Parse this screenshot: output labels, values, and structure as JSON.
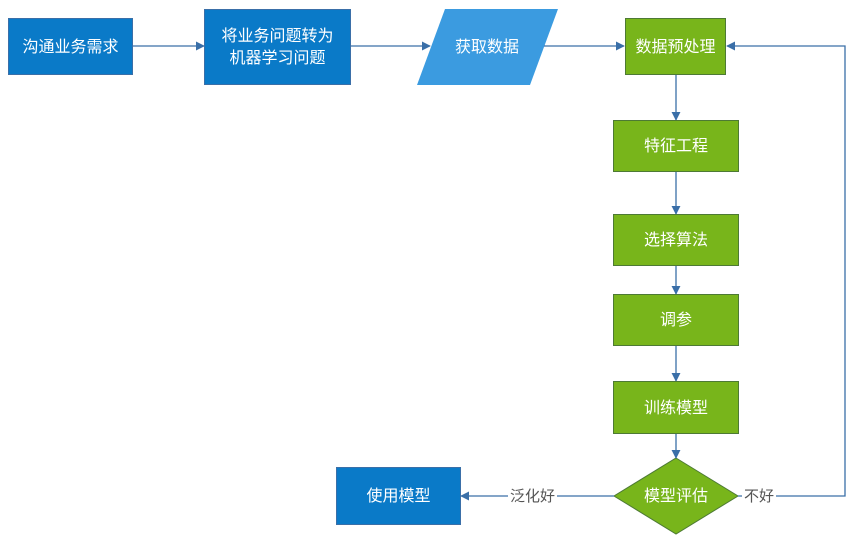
{
  "nodes": {
    "communicate": "沟通业务需求",
    "convert": "将业务问题转为\n机器学习问题",
    "acquire": "获取数据",
    "preprocess": "数据预处理",
    "features": "特征工程",
    "algorithm": "选择算法",
    "tuning": "调参",
    "train": "训练模型",
    "evaluate": "模型评估",
    "use": "使用模型"
  },
  "edges": {
    "good_generalization": "泛化好",
    "not_good": "不好"
  },
  "colors": {
    "blue": "#0a7ac8",
    "green": "#78b51b",
    "parallelogram": "#3b9be0",
    "arrow": "#3a6fa8"
  }
}
